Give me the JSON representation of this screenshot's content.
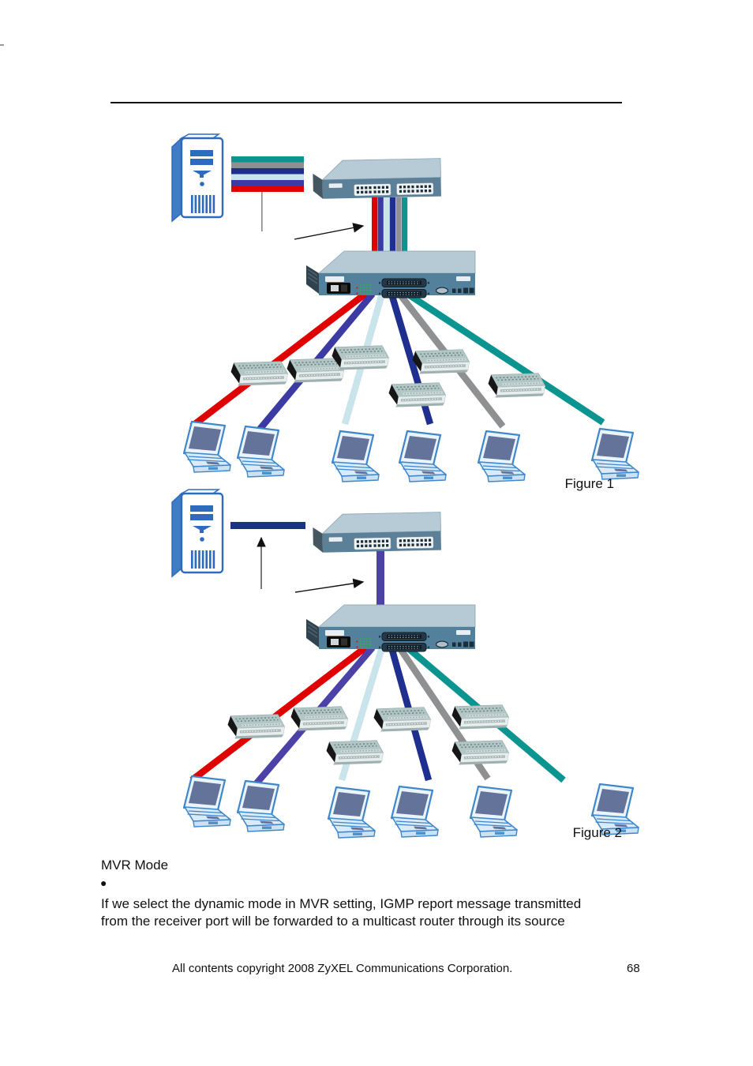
{
  "figure1": {
    "caption": "Figure 1",
    "streams": [
      "red",
      "indigo",
      "pale_blue",
      "navy",
      "gray",
      "teal"
    ],
    "devices": {
      "server_tower": 1,
      "switch_24port": 1,
      "core_switch": 1,
      "modems": 6,
      "laptops": 6
    }
  },
  "figure2": {
    "caption": "Figure 2",
    "streams": [
      "red",
      "purple",
      "pale_blue",
      "navy",
      "gray",
      "teal"
    ],
    "devices": {
      "server_tower": 1,
      "switch_24port": 1,
      "core_switch": 1,
      "modems": 6,
      "laptops": 6
    }
  },
  "colors": {
    "red": "#e00000",
    "indigo": "#3b3ba3",
    "pale_blue": "#c9e4ea",
    "navy": "#1e2f8f",
    "gray": "#8e9092",
    "teal": "#0c9490",
    "purple": "#4b41a6",
    "navy_bar": "#1c3287"
  },
  "text": {
    "section_title": "MVR Mode",
    "bullet": "●",
    "paragraph_line1": "If we select the dynamic mode in MVR setting, IGMP report message transmitted",
    "paragraph_line2": "from the receiver port will be forwarded to a multicast router through its source"
  },
  "footer": {
    "copyright": "All contents copyright 2008 ZyXEL Communications Corporation.",
    "page_number": "68"
  }
}
